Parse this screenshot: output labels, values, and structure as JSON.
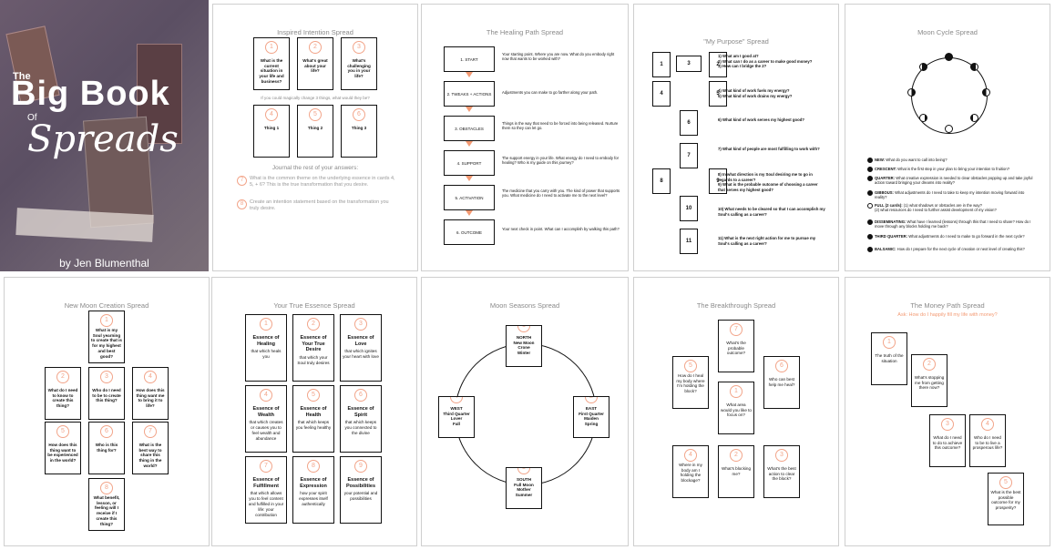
{
  "cover": {
    "title_line1": "The",
    "title_big": "Big Book",
    "title_of": "Of",
    "title_script": "Spreads",
    "author": "by Jen Blumenthal"
  },
  "inspired": {
    "title": "Inspired Intention Spread",
    "cards": [
      {
        "n": "1",
        "text": "What is the current situation in your life and business?"
      },
      {
        "n": "2",
        "text": "What's great about your life?"
      },
      {
        "n": "3",
        "text": "What's challenging you in your life?"
      },
      {
        "n": "4",
        "text": "Thing 1"
      },
      {
        "n": "5",
        "text": "Thing 2"
      },
      {
        "n": "6",
        "text": "Thing 3"
      }
    ],
    "mid_prompt": "If you could magically change 3 things, what would they be?",
    "journal_heading": "Journal the rest of your answers:",
    "journal": [
      {
        "n": "7",
        "text": "What is the common theme on the underlying essence in cards 4, 5, + 6? This is the true transformation that you desire."
      },
      {
        "n": "8",
        "text": "Create an intention statement based on the transformation you truly desire."
      }
    ]
  },
  "healing": {
    "title": "The Healing Path Spread",
    "steps": [
      {
        "label": "1. START",
        "desc": "Your starting point. Where you are now. What do you embody right now that wants to be worked with?"
      },
      {
        "label": "2. TWEAKS + ACTIONS",
        "desc": "Adjustments you can make to go farther along your path."
      },
      {
        "label": "3. OBSTACLES",
        "desc": "Things in the way that need to be forced into being released. Nurture them so they can let go."
      },
      {
        "label": "4. SUPPORT",
        "desc": "The support energy in your life. What energy do I need to embody for healing? Who is my guide on this journey?"
      },
      {
        "label": "5. ACTIVATION",
        "desc": "The medicine that you carry with you. The kind of power that supports you. What medicine do I need to activate me to the next level?"
      },
      {
        "label": "6. OUTCOME",
        "desc": "Your next check in point. What can I accomplish by walking this path?"
      }
    ]
  },
  "purpose": {
    "title": "\"My Purpose\" Spread",
    "boxes": [
      "1",
      "3",
      "2",
      "4",
      "5",
      "6",
      "7",
      "8",
      "9",
      "10",
      "11"
    ],
    "questions": [
      "1) What am I good at?\n2) What can I do as a career to make good money?\n3) How can I bridge the 2?",
      "4) What kind of work fuels my energy?\n5) What kind of work drains my energy?",
      "6) What kind of work serves my highest good?",
      "7) What kind of people are most fulfilling to work with?",
      "8) In what direction is my Soul desiring me to go in regards to a career?\n9) What is the probable outcome of choosing a career that serves my highest good?",
      "10) What needs to be cleared so that I can accomplish my Soul's calling as a career?",
      "11) What is the next right action for me to pursue my Soul's calling as a career?"
    ]
  },
  "mooncycle": {
    "title": "Moon Cycle Spread",
    "phases": [
      {
        "name": "NEW:",
        "q": "What do you want to call into being?"
      },
      {
        "name": "CRESCENT:",
        "q": "What is the first step in your plan to bring your intention to fruition?"
      },
      {
        "name": "QUARTER:",
        "q": "What creative expression is needed to clear obstacles popping up and take joyful action toward bringing your dreams into reality?"
      },
      {
        "name": "GIBBOUS:",
        "q": "What adjustments do I need to take to keep my intention moving forward into reality?"
      },
      {
        "name": "FULL (2 cards):",
        "q": "(1) what shadows or obstacles are in the way?\n(2) what resources do I need to further assist development of my vision?"
      },
      {
        "name": "DISSEMINATING:",
        "q": "What have I learned (lessons) through this that I need to share? How do I move through any blocks holding me back?"
      },
      {
        "name": "THIRD QUARTER:",
        "q": "What adjustments do I need to make to go forward in the next cycle?"
      },
      {
        "name": "BALSAMIC:",
        "q": "How do I prepare for the next cycle of creation or next level of creating this?"
      }
    ]
  },
  "newmoon": {
    "title": "New Moon Creation Spread",
    "cards": [
      {
        "n": "1",
        "text": "What is my Soul yearning to create that is for my highest and best good?"
      },
      {
        "n": "2",
        "text": "What do I need to know to create this thing?"
      },
      {
        "n": "3",
        "text": "Who do I need to be to create this thing?"
      },
      {
        "n": "4",
        "text": "How does this thing want me to bring it to life?"
      },
      {
        "n": "5",
        "text": "How does this thing want to be experienced in the world?"
      },
      {
        "n": "6",
        "text": "Who is this thing for?"
      },
      {
        "n": "7",
        "text": "What is the best way to share this thing in the world?"
      },
      {
        "n": "8",
        "text": "What benefit, lesson, or feeling will I receive if I create this thing?"
      }
    ]
  },
  "essence": {
    "title": "Your True Essence Spread",
    "cards": [
      {
        "n": "1",
        "title": "Essence of Healing",
        "sub": "that which heals you"
      },
      {
        "n": "2",
        "title": "Essence of Your True Desire",
        "sub": "that which your Soul truly desires"
      },
      {
        "n": "3",
        "title": "Essence of Love",
        "sub": "that which ignites your heart with love"
      },
      {
        "n": "4",
        "title": "Essence of Wealth",
        "sub": "that which creates or causes you to feel wealth and abundance"
      },
      {
        "n": "5",
        "title": "Essence of Health",
        "sub": "that which keeps you feeling healthy"
      },
      {
        "n": "6",
        "title": "Essence of Spirit",
        "sub": "that which keeps you connected to the divine"
      },
      {
        "n": "7",
        "title": "Essence of Fulfillment",
        "sub": "that which allows you to feel content and fulfilled in your life: your contribution"
      },
      {
        "n": "8",
        "title": "Essence of Expression",
        "sub": "how your spirit expresses itself authentically"
      },
      {
        "n": "9",
        "title": "Essence of Possibilities",
        "sub": "your potential and possibilities"
      }
    ]
  },
  "seasons": {
    "title": "Moon Seasons Spread",
    "cards": [
      {
        "n": "1",
        "lines": "NORTH\nNew Moon\nCrone\nWinter"
      },
      {
        "n": "2",
        "lines": "EAST\nFirst Quarter\nMaiden\nSpring"
      },
      {
        "n": "3",
        "lines": "SOUTH\nFull Moon\nMother\nSummer"
      },
      {
        "n": "4",
        "lines": "WEST\nThird Quarter\nLover\nFall"
      }
    ]
  },
  "breakthrough": {
    "title": "The Breakthrough Spread",
    "cards": [
      {
        "n": "1",
        "text": "What area would you like to focus on?"
      },
      {
        "n": "2",
        "text": "What's blocking me?"
      },
      {
        "n": "3",
        "text": "What's the best action to clear the block?"
      },
      {
        "n": "4",
        "text": "Where in my body am I holding the blockage?"
      },
      {
        "n": "5",
        "text": "How do I heal my body where I'm holding the block?"
      },
      {
        "n": "6",
        "text": "Who can best help me heal?"
      },
      {
        "n": "7",
        "text": "What's the probable outcome?"
      }
    ]
  },
  "money": {
    "title": "The Money Path Spread",
    "subtitle": "Ask: How do I happily fill my life with money?",
    "cards": [
      {
        "n": "1",
        "text": "The truth of the situation"
      },
      {
        "n": "2",
        "text": "What's stopping me from getting there now?"
      },
      {
        "n": "3",
        "text": "What do I need to do to achieve this outcome?"
      },
      {
        "n": "4",
        "text": "Who do I need to be to live a prosperous life?"
      },
      {
        "n": "5",
        "text": "What is the best possible outcome for my prosperity?"
      }
    ]
  },
  "colors": {
    "accent": "#f39a73",
    "numcircle": "#f2a58a",
    "cover_bg": "#5a4a5e"
  }
}
